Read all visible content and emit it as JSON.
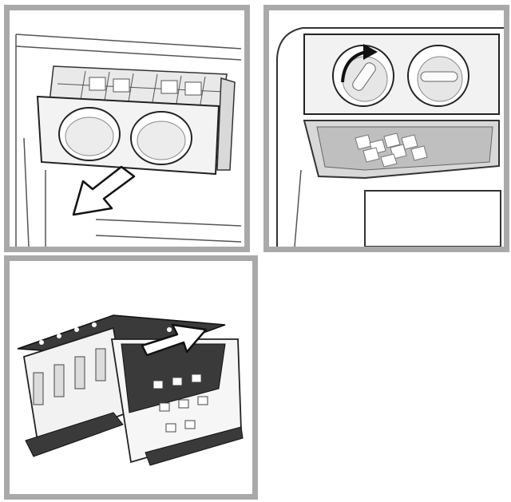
{
  "figure": {
    "panels": [
      {
        "id": "step-1",
        "depicts": "ice-maker-tray-drawer-pulled-out",
        "arrow": "down-left"
      },
      {
        "id": "step-2",
        "depicts": "knob-turned-ice-falls-into-bin",
        "arrow": "clockwise"
      },
      {
        "id": "step-3",
        "depicts": "ice-tray-removed-upward",
        "arrow": "up-right"
      }
    ],
    "colors": {
      "frame": "#a9a9a9",
      "line": "#333333",
      "shade": "#d6d6d6",
      "dark": "#3a3a3a"
    },
    "icons": [
      "arrow-down-left-icon",
      "rotate-clockwise-icon",
      "arrow-up-right-icon"
    ]
  }
}
